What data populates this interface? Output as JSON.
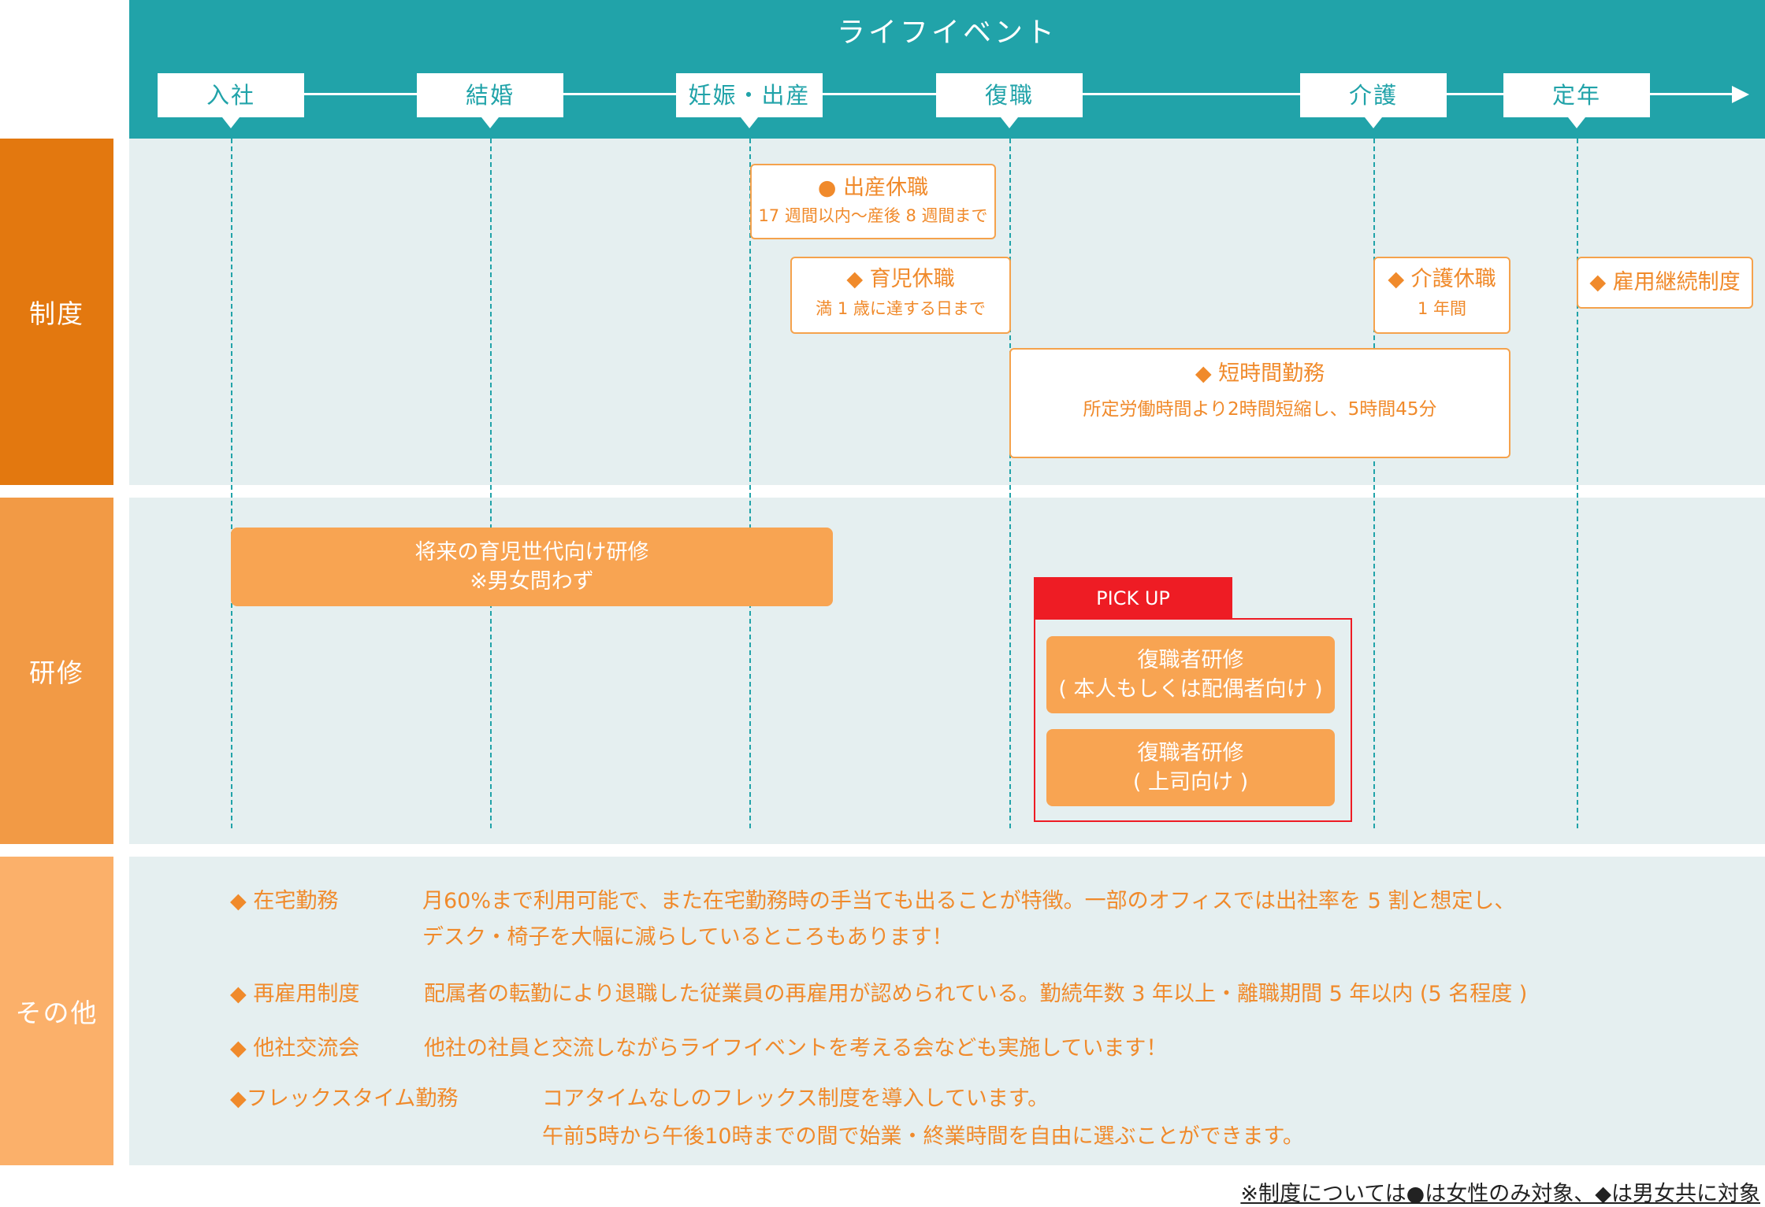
{
  "header": {
    "title": "ライフイベント"
  },
  "events": [
    "入社",
    "結婚",
    "妊娠・出産",
    "復職",
    "介護",
    "定年"
  ],
  "rows": {
    "seido": "制度",
    "kenshu": "研修",
    "sonota": "その他"
  },
  "seido": {
    "shussan": {
      "title": "● 出産休職",
      "sub": "17 週間以内〜産後 8 週間まで"
    },
    "ikuji": {
      "title": "◆ 育児休職",
      "sub": "満 1 歳に達する日まで"
    },
    "kaigo": {
      "title": "◆ 介護休職",
      "sub": "1 年間"
    },
    "koyou": {
      "title": "◆ 雇用継続制度"
    },
    "tanjikan": {
      "title": "◆ 短時間勤務",
      "sub": "所定労働時間より2時間短縮し、5時間45分"
    }
  },
  "kenshu": {
    "ikuji": {
      "line1": "将来の育児世代向け研修",
      "line2": "※男女問わず"
    },
    "pickup": "PICK UP",
    "fukushoku1": {
      "line1": "復職者研修",
      "line2": "( 本人もしくは配偶者向け )"
    },
    "fukushoku2": {
      "line1": "復職者研修",
      "line2": "( 上司向け )"
    }
  },
  "sonota": [
    {
      "label": "◆ 在宅勤務",
      "text1": "月60%まで利用可能で、また在宅勤務時の手当ても出ることが特徴。一部のオフィスでは出社率を 5 割と想定し、",
      "text2": "デスク・椅子を大幅に減らしているところもあります！"
    },
    {
      "label": "◆ 再雇用制度",
      "text1": "配属者の転勤により退職した従業員の再雇用が認められている。勤続年数 3 年以上・離職期間 5 年以内 (5 名程度 )"
    },
    {
      "label": "◆ 他社交流会",
      "text1": "他社の社員と交流しながらライフイベントを考える会なども実施しています！"
    },
    {
      "label": "◆フレックスタイム勤務",
      "text1": "コアタイムなしのフレックス制度を導入しています。",
      "text2": "午前5時から午後10時までの間で始業・終業時間を自由に選ぶことができます。"
    }
  ],
  "footnote": "※制度については●は女性のみ対象、◆は男女共に対象",
  "colors": {
    "teal": "#21a3a9",
    "orange_dark": "#e3780f",
    "orange_mid": "#f29a45",
    "orange_light": "#fbb06a",
    "band": "#e5eff0",
    "pick_red": "#ee1c24",
    "text_orange": "#f08a2b"
  }
}
